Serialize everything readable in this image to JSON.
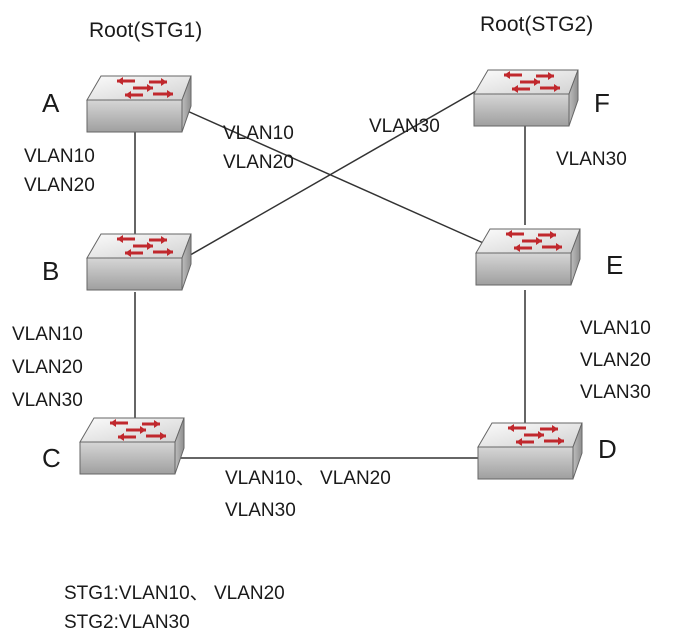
{
  "switches": [
    {
      "id": "A",
      "letter": "A"
    },
    {
      "id": "F",
      "letter": "F"
    },
    {
      "id": "B",
      "letter": "B"
    },
    {
      "id": "E",
      "letter": "E"
    },
    {
      "id": "C",
      "letter": "C"
    },
    {
      "id": "D",
      "letter": "D"
    }
  ],
  "roots": {
    "a": "Root(STG1)",
    "f": "Root(STG2)"
  },
  "links": {
    "ab": [
      "VLAN10",
      "VLAN20"
    ],
    "ae": [
      "VLAN10",
      "VLAN20"
    ],
    "bf": [
      "VLAN30"
    ],
    "fe": [
      "VLAN30"
    ],
    "bc": [
      "VLAN10",
      "VLAN20",
      "VLAN30"
    ],
    "ed": [
      "VLAN10",
      "VLAN20",
      "VLAN30"
    ],
    "cd": [
      "VLAN10、 VLAN20",
      "VLAN30"
    ]
  },
  "legend": [
    "STG1:VLAN10、 VLAN20",
    "STG2:VLAN30"
  ],
  "colors": {
    "arrow": "#c0282d",
    "line": "#333333",
    "switch_top": "#e9e9e9",
    "switch_side": "#b9b9b9"
  }
}
